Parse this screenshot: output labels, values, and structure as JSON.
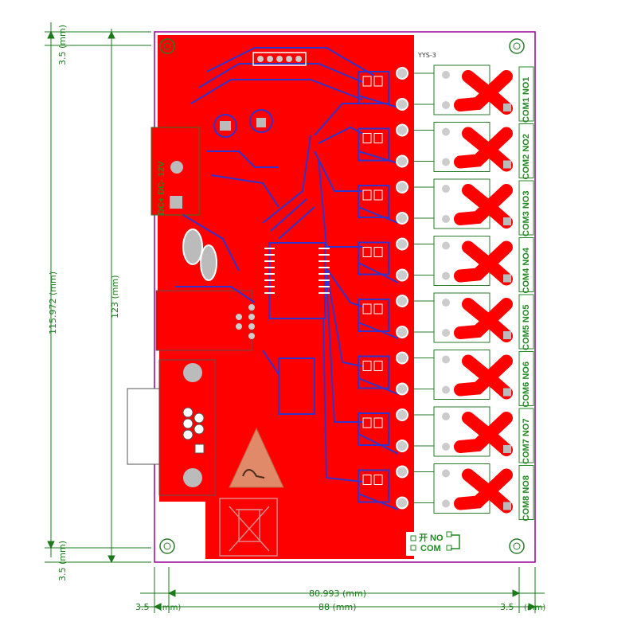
{
  "board": {
    "label": "YYS-3",
    "colors": {
      "copper": "#ff0000",
      "trace": "#3333cc",
      "outline": "#990099",
      "silkscreen": "#1f8a1f",
      "dimension": "#1a7a1a"
    }
  },
  "dimensions": {
    "left_top": "3.5  (mm)",
    "left_mid": "115.972  (mm)",
    "left_bottom": "3.5  (mm)",
    "left_total": "123  (mm)",
    "bottom_inner": "80.993  (mm)",
    "bottom_left": "3.5",
    "bottom_left_unit": "(mm)",
    "bottom_total": "88  (mm)",
    "bottom_right": "3.5",
    "bottom_right_unit": "(mm)"
  },
  "power_label": "DC+  DC-  12V",
  "relay_labels": [
    "COM1 NO1",
    "COM2 NO2",
    "COM3 NO3",
    "COM4 NO4",
    "COM5 NO5",
    "COM6 NO6",
    "COM7 NO7",
    "COM8 NO8"
  ],
  "legend": {
    "no_label": "开 NO",
    "com_label": "COM"
  },
  "icons": [
    "esd-warning-icon",
    "weee-bin-icon",
    "mounting-hole-icon"
  ]
}
